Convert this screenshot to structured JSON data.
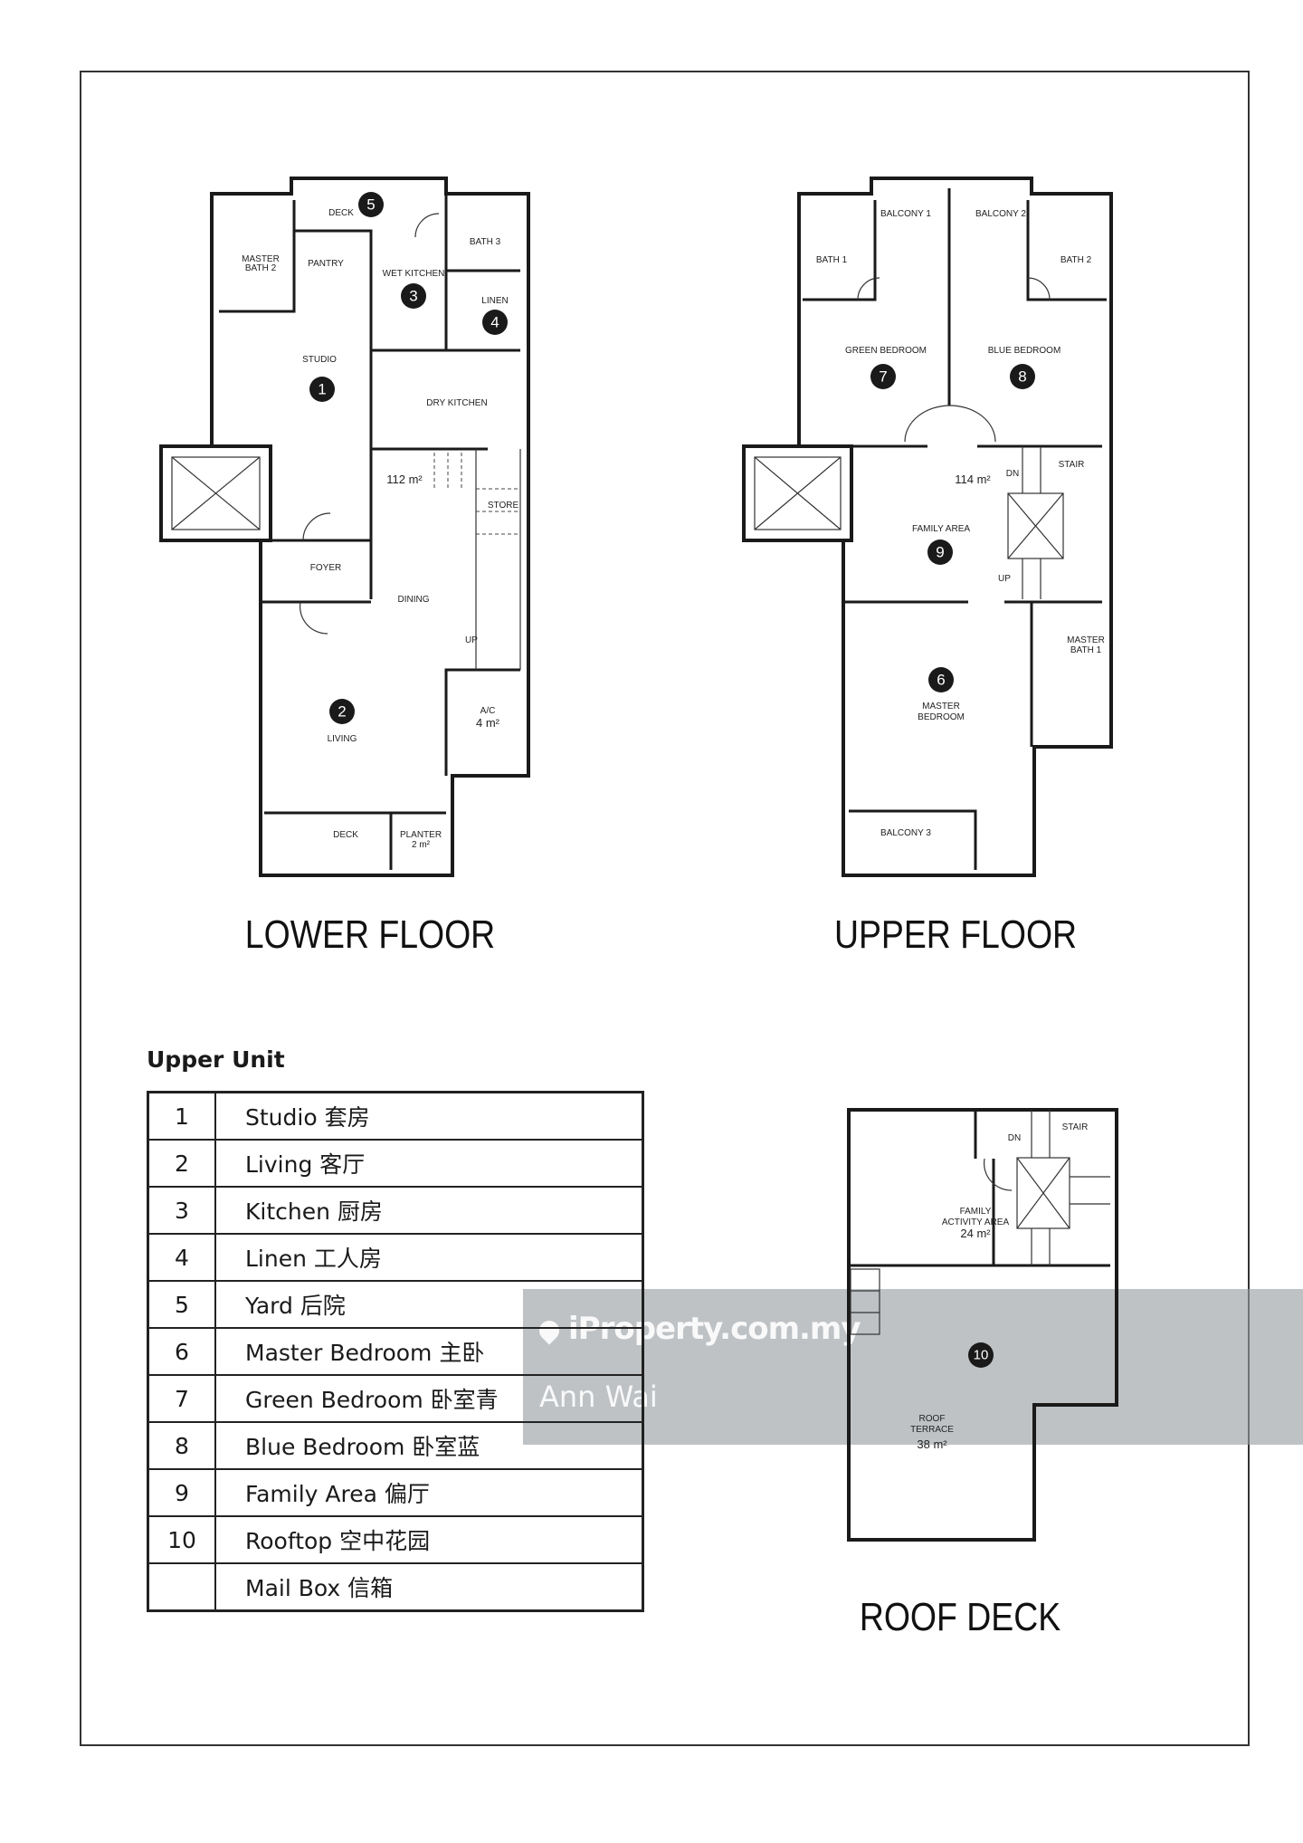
{
  "plans": {
    "lower": {
      "title": "LOWER FLOOR",
      "area": "112 m²",
      "labels": {
        "deck_top": "DECK",
        "pantry": "PANTRY",
        "master_bath2_a": "MASTER",
        "master_bath2_b": "BATH 2",
        "bath3": "BATH 3",
        "wet_kitchen": "WET KITCHEN",
        "linen": "LINEN",
        "studio": "STUDIO",
        "dry_kitchen": "DRY KITCHEN",
        "store": "STORE",
        "foyer": "FOYER",
        "dining": "DINING",
        "up": "UP",
        "living": "LIVING",
        "ac": "A/C",
        "ac_area": "4 m²",
        "deck_bottom": "DECK",
        "planter": "PLANTER",
        "planter_area": "2 m²"
      },
      "markers": {
        "studio": "1",
        "living": "2",
        "kitchen": "3",
        "linen": "4",
        "yard": "5"
      }
    },
    "upper": {
      "title": "UPPER FLOOR",
      "area": "114 m²",
      "labels": {
        "balcony1": "BALCONY 1",
        "balcony2": "BALCONY 2",
        "bath1": "BATH 1",
        "bath2": "BATH 2",
        "green_bedroom": "GREEN BEDROOM",
        "blue_bedroom": "BLUE BEDROOM",
        "dn": "DN",
        "stair": "STAIR",
        "family_area": "FAMILY AREA",
        "up": "UP",
        "master_bath1_a": "MASTER",
        "master_bath1_b": "BATH 1",
        "master_bedroom_a": "MASTER",
        "master_bedroom_b": "BEDROOM",
        "balcony3": "BALCONY 3"
      },
      "markers": {
        "master_bedroom": "6",
        "green_bedroom": "7",
        "blue_bedroom": "8",
        "family_area": "9"
      }
    },
    "roof": {
      "title": "ROOF DECK",
      "labels": {
        "stair": "STAIR",
        "dn": "DN",
        "family_activity_a": "FAMILY",
        "family_activity_b": "ACTIVITY AREA",
        "family_activity_area": "24 m²",
        "roof_terrace_a": "ROOF",
        "roof_terrace_b": "TERRACE",
        "roof_terrace_area": "38 m²"
      },
      "markers": {
        "rooftop": "10"
      }
    }
  },
  "legend": {
    "title": "Upper Unit",
    "rows": [
      {
        "num": "1",
        "label": "Studio 套房"
      },
      {
        "num": "2",
        "label": "Living 客厅"
      },
      {
        "num": "3",
        "label": "Kitchen 厨房"
      },
      {
        "num": "4",
        "label": "Linen 工人房"
      },
      {
        "num": "5",
        "label": "Yard 后院"
      },
      {
        "num": "6",
        "label": "Master Bedroom 主卧"
      },
      {
        "num": "7",
        "label": "Green Bedroom 卧室青"
      },
      {
        "num": "8",
        "label": "Blue Bedroom 卧室蓝"
      },
      {
        "num": "9",
        "label": "Family Area 偏厅"
      },
      {
        "num": "10",
        "label": "Rooftop 空中花园"
      },
      {
        "num": "",
        "label": "Mail Box 信箱"
      }
    ]
  },
  "watermark": {
    "brand": "iProperty.com.my",
    "user": "Ann Wai",
    "icon": "location-pin-icon"
  }
}
